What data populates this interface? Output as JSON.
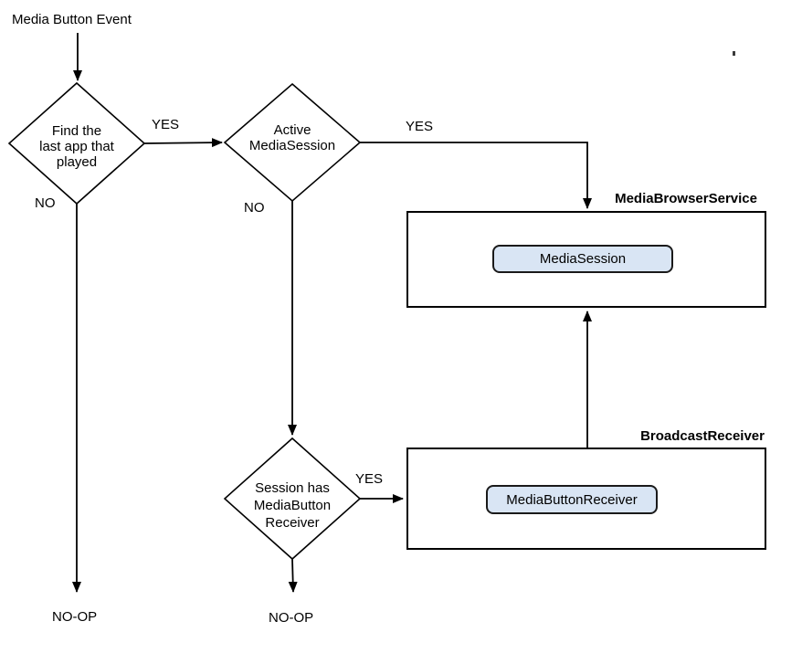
{
  "diagram_title": "Media Button Event",
  "decisions": {
    "find_last_app": {
      "line1": "Find the",
      "line2": "last app that",
      "line3": "played"
    },
    "active_mediasession": {
      "line1": "Active",
      "line2": "MediaSession"
    },
    "session_has_receiver": {
      "line1": "Session has",
      "line2": "MediaButton",
      "line3": "Receiver"
    }
  },
  "containers": {
    "media_browser_service": {
      "title": "MediaBrowserService",
      "node_label": "MediaSession"
    },
    "broadcast_receiver": {
      "title": "BroadcastReceiver",
      "node_label": "MediaButtonReceiver"
    }
  },
  "edge_labels": {
    "d1_yes": "YES",
    "d1_no": "NO",
    "d2_yes": "YES",
    "d2_no": "NO",
    "d3_yes": "YES",
    "noop_left": "NO-OP",
    "noop_right": "NO-OP"
  },
  "colors": {
    "background": "#ffffff",
    "line": "#000000",
    "node_fill": "#d9e5f4",
    "node_border": "#1a1a1a"
  }
}
